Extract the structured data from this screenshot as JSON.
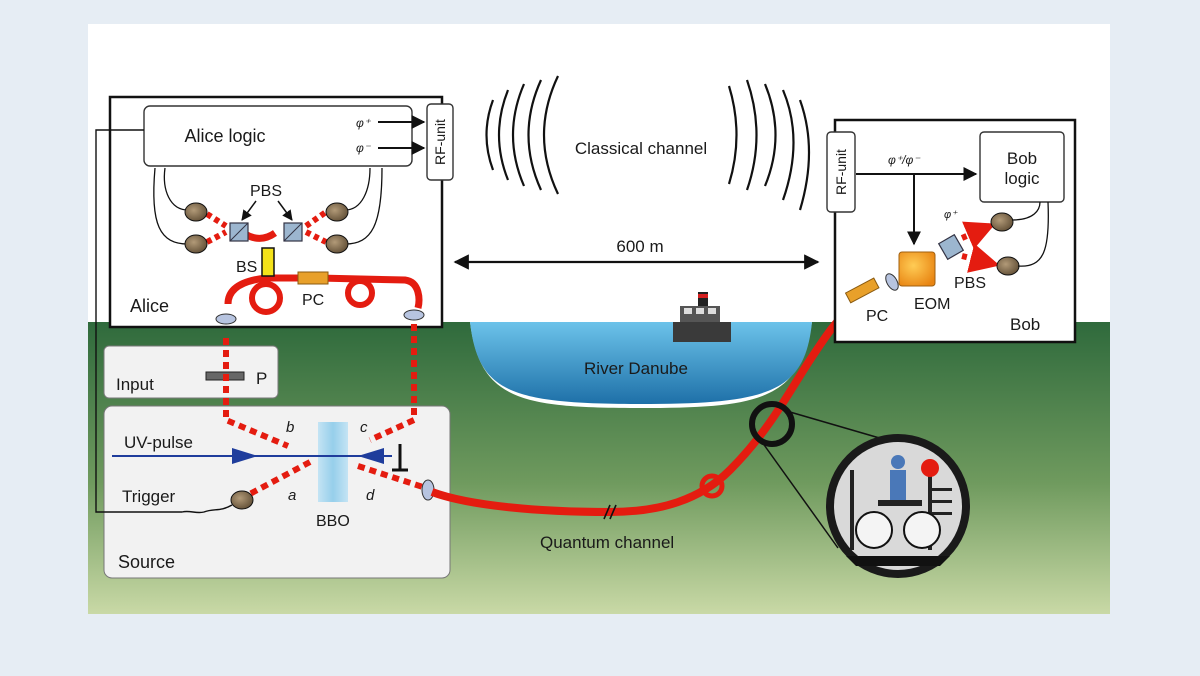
{
  "alice": {
    "logic": "Alice logic",
    "phi_plus": "φ⁺",
    "phi_minus": "φ⁻",
    "rf_unit": "RF-unit",
    "pbs": "PBS",
    "bs": "BS",
    "pc": "PC",
    "name": "Alice"
  },
  "bob": {
    "rf_unit": "RF-unit",
    "phi_label": "φ⁺/φ⁻",
    "logic_line1": "Bob",
    "logic_line2": "logic",
    "phi_plus": "φ⁺",
    "pbs": "PBS",
    "eom": "EOM",
    "pc": "PC",
    "name": "Bob"
  },
  "classical_channel": "Classical channel",
  "distance": "600 m",
  "river": "River Danube",
  "quantum_channel": "Quantum channel",
  "input": {
    "label": "Input",
    "p": "P"
  },
  "source": {
    "uv_pulse": "UV-pulse",
    "trigger": "Trigger",
    "bbo": "BBO",
    "name": "Source",
    "a": "a",
    "b": "b",
    "c": "c",
    "d": "d"
  },
  "colors": {
    "ground": "#3f7a47",
    "sky": "#ffffff",
    "water": "#2e8fc6",
    "fiber": "#e41c10",
    "beam_blue": "#1f3d9c",
    "box_bg": "#ffffff",
    "panel_bg": "#f2f2f2"
  }
}
